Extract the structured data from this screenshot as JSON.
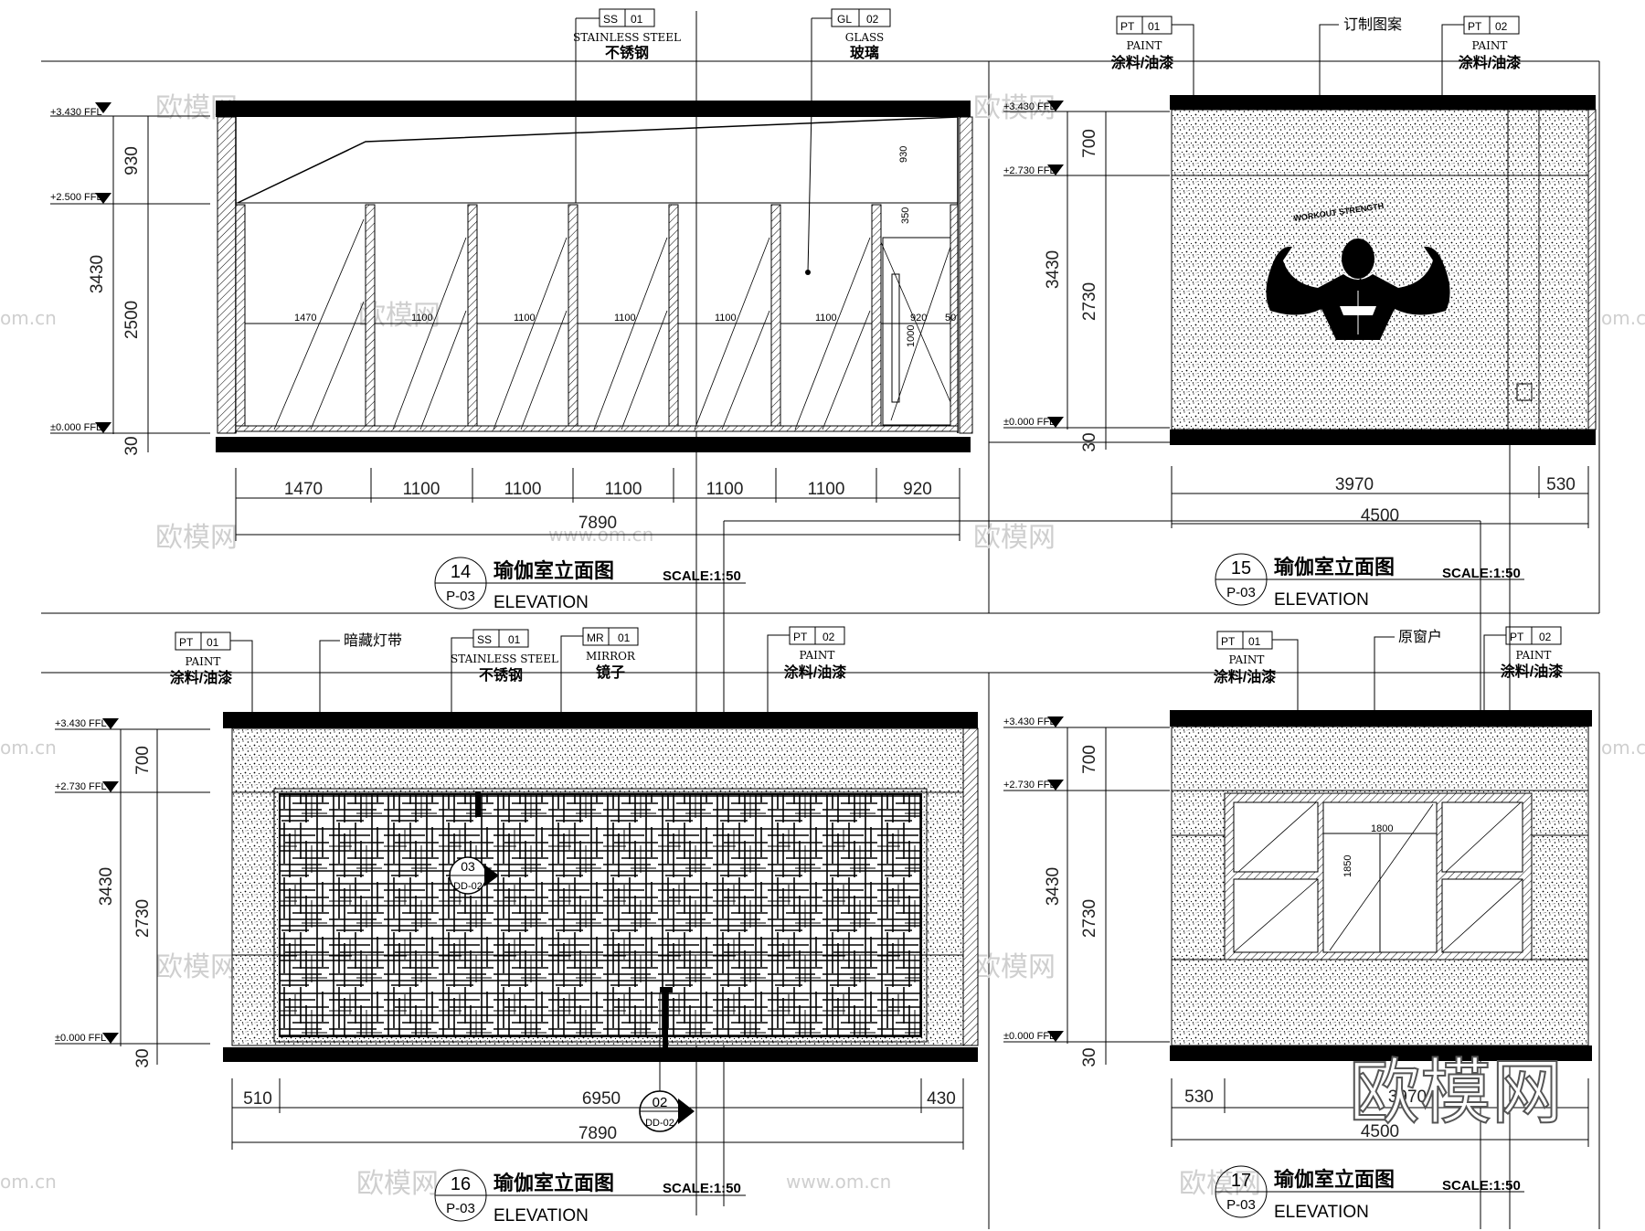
{
  "panels": {
    "p14": {
      "number": "14",
      "sheet": "P-03",
      "title": "瑜伽室立面图",
      "subtitle": "ELEVATION",
      "scale": "SCALE:1:50",
      "tags": [
        {
          "code": "SS",
          "num": "01",
          "en": "STAINLESS STEEL",
          "cn": "不锈钢"
        },
        {
          "code": "GL",
          "num": "02",
          "en": "GLASS",
          "cn": "玻璃"
        }
      ],
      "levels": [
        "+3.430 FFL",
        "+2.500 FFL",
        "±0.000 FFL"
      ],
      "vdims": [
        "930",
        "2500",
        "3430",
        "30"
      ],
      "hdims": [
        "1470",
        "1100",
        "1100",
        "1100",
        "1100",
        "1100",
        "920"
      ],
      "total": "7890",
      "inner": [
        "1470",
        "1100",
        "1100",
        "1100",
        "1100",
        "1100",
        "350",
        "920",
        "930",
        "1000",
        "50"
      ]
    },
    "p15": {
      "number": "15",
      "sheet": "P-03",
      "title": "瑜伽室立面图",
      "subtitle": "ELEVATION",
      "scale": "SCALE:1:50",
      "tags": [
        {
          "code": "PT",
          "num": "01",
          "en": "PAINT",
          "cn": "涂料/油漆"
        },
        {
          "code": "PT",
          "num": "02",
          "en": "PAINT",
          "cn": "涂料/油漆"
        }
      ],
      "note": "订制图案",
      "levels": [
        "+3.430 FFL",
        "+2.730 FFL",
        "±0.000 FFL"
      ],
      "vdims": [
        "700",
        "2730",
        "3430",
        "30"
      ],
      "hdims": [
        "3970",
        "530"
      ],
      "total": "4500"
    },
    "p16": {
      "number": "16",
      "sheet": "P-03",
      "title": "瑜伽室立面图",
      "subtitle": "ELEVATION",
      "scale": "SCALE:1:50",
      "tags": [
        {
          "code": "PT",
          "num": "01",
          "en": "PAINT",
          "cn": "涂料/油漆"
        },
        {
          "code": "SS",
          "num": "01",
          "en": "STAINLESS STEEL",
          "cn": "不锈钢"
        },
        {
          "code": "MR",
          "num": "01",
          "en": "MIRROR",
          "cn": "镜子"
        },
        {
          "code": "PT",
          "num": "02",
          "en": "PAINT",
          "cn": "涂料/油漆"
        }
      ],
      "note": "暗藏灯带",
      "levels": [
        "+3.430 FFL",
        "+2.730 FFL",
        "±0.000 FFL"
      ],
      "vdims": [
        "700",
        "2730",
        "3430",
        "30"
      ],
      "hdims": [
        "510",
        "6950",
        "430"
      ],
      "total": "7890",
      "markers": [
        {
          "num": "03",
          "ref": "DD-02"
        },
        {
          "num": "02",
          "ref": "DD-02"
        }
      ]
    },
    "p17": {
      "number": "17",
      "sheet": "P-03",
      "title": "瑜伽室立面图",
      "subtitle": "ELEVATION",
      "scale": "SCALE:1:50",
      "tags": [
        {
          "code": "PT",
          "num": "01",
          "en": "PAINT",
          "cn": "涂料/油漆"
        },
        {
          "code": "PT",
          "num": "02",
          "en": "PAINT",
          "cn": "涂料/油漆"
        }
      ],
      "note": "原窗户",
      "levels": [
        "+3.430 FFL",
        "+2.730 FFL",
        "±0.000 FFL"
      ],
      "vdims": [
        "700",
        "2730",
        "3430",
        "30"
      ],
      "hdims": [
        "530",
        "3970"
      ],
      "total": "4500",
      "inner": [
        "1800",
        "1850"
      ]
    }
  },
  "watermark": {
    "cn": "欧模网",
    "url": "www.om.cn",
    "domain": "om.cn"
  },
  "logo": "欧模网"
}
